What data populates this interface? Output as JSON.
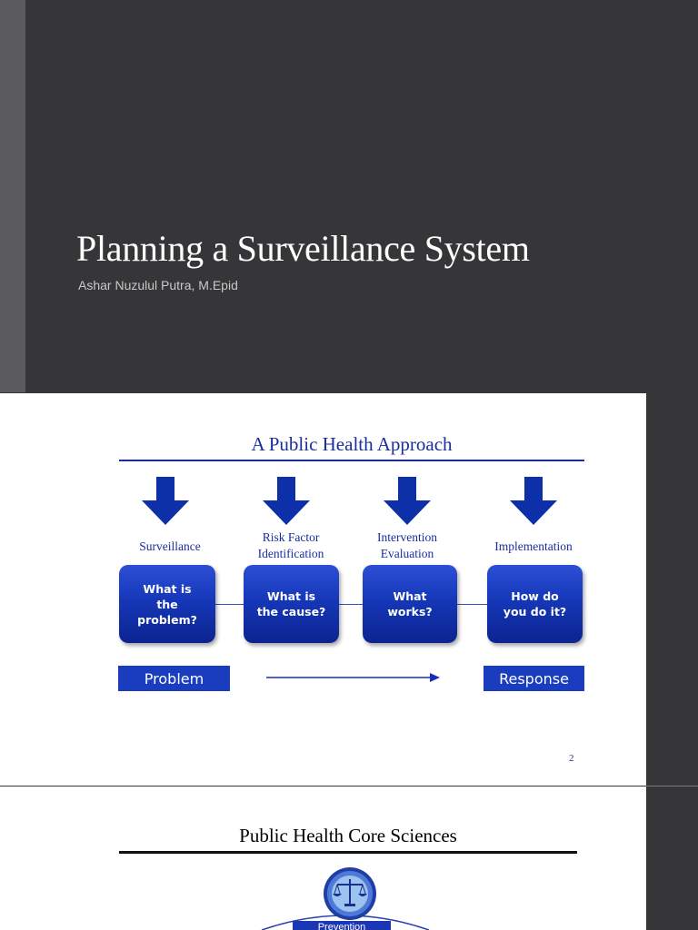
{
  "slide1": {
    "title": "Planning a Surveillance System",
    "subtitle": "Ashar Nuzulul Putra, M.Epid"
  },
  "slide2": {
    "title": "A Public Health Approach",
    "steps": [
      {
        "label": "Surveillance",
        "question": "What is\nthe\nproblem?"
      },
      {
        "label": "Risk Factor\nIdentification",
        "question": "What is\nthe cause?"
      },
      {
        "label": "Intervention\nEvaluation",
        "question": "What\nworks?"
      },
      {
        "label": "Implementation",
        "question": "How do\nyou do it?"
      }
    ],
    "start_label": "Problem",
    "end_label": "Response",
    "page_number": "2"
  },
  "slide3": {
    "title": "Public Health Core Sciences",
    "center_label": "Prevention"
  },
  "colors": {
    "dark_background": "#363638",
    "accent_blue": "#1a3dbf",
    "text_blue": "#1a2d9c"
  },
  "icons": [
    "down-arrow-icon",
    "right-arrow-icon",
    "scales-icon"
  ]
}
